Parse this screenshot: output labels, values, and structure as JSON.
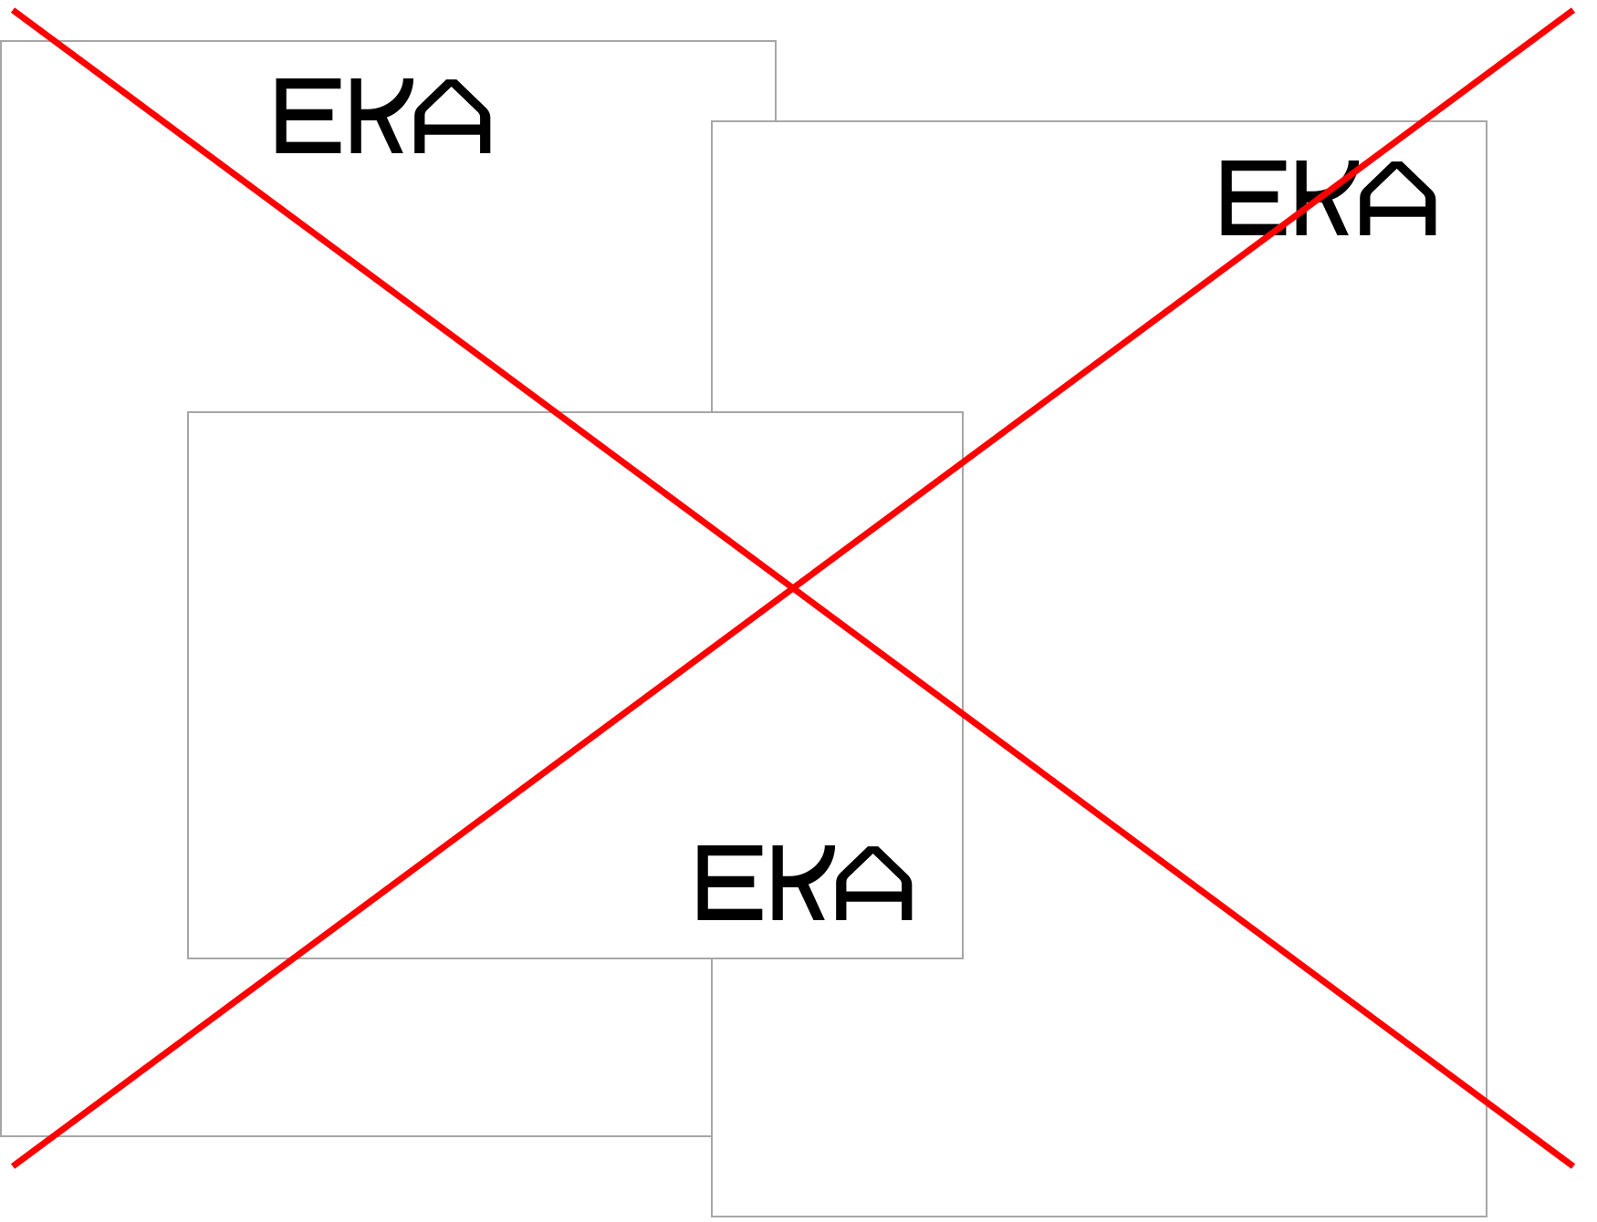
{
  "logos": [
    {
      "text": "EKA"
    },
    {
      "text": "EKA"
    },
    {
      "text": "EKA"
    }
  ],
  "colors": {
    "cross": "#ff0000",
    "border": "#a6a6a6",
    "logo": "#000000"
  }
}
